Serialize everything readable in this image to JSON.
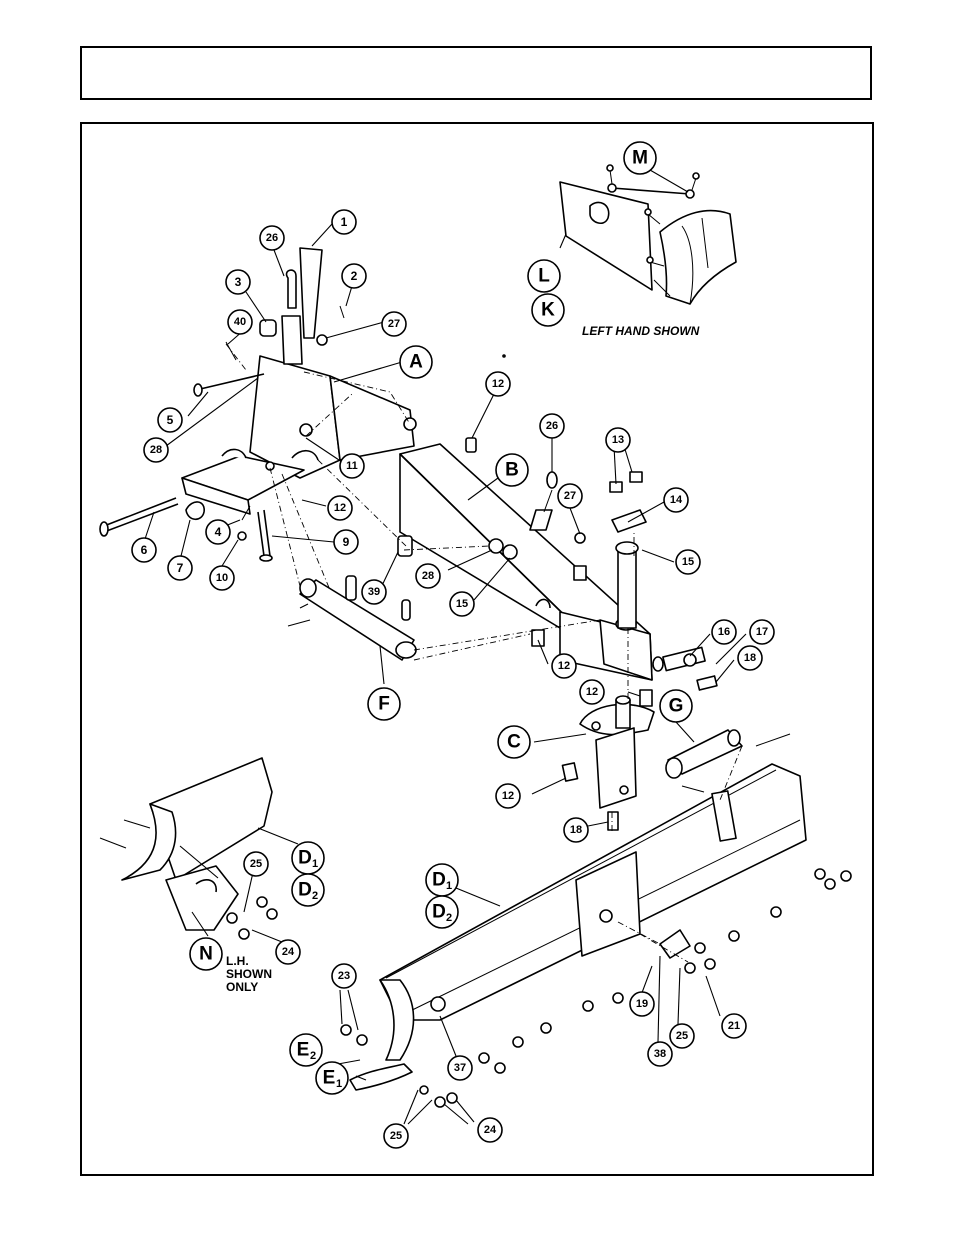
{
  "header": {
    "title": ""
  },
  "notes": {
    "left_hand_shown": "LEFT HAND SHOWN",
    "lh_shown_only": [
      "L.H.",
      "SHOWN",
      "ONLY"
    ]
  },
  "callouts": [
    {
      "id": "c1",
      "label": "1",
      "sub": ""
    },
    {
      "id": "c2",
      "label": "2",
      "sub": ""
    },
    {
      "id": "c3",
      "label": "3",
      "sub": ""
    },
    {
      "id": "c4",
      "label": "4",
      "sub": ""
    },
    {
      "id": "c5",
      "label": "5",
      "sub": ""
    },
    {
      "id": "c6",
      "label": "6",
      "sub": ""
    },
    {
      "id": "c7",
      "label": "7",
      "sub": ""
    },
    {
      "id": "c9",
      "label": "9",
      "sub": ""
    },
    {
      "id": "c10",
      "label": "10",
      "sub": ""
    },
    {
      "id": "c11",
      "label": "11",
      "sub": ""
    },
    {
      "id": "c12a",
      "label": "12",
      "sub": ""
    },
    {
      "id": "c12b",
      "label": "12",
      "sub": ""
    },
    {
      "id": "c12c",
      "label": "12",
      "sub": ""
    },
    {
      "id": "c12d",
      "label": "12",
      "sub": ""
    },
    {
      "id": "c12e",
      "label": "12",
      "sub": ""
    },
    {
      "id": "c13",
      "label": "13",
      "sub": ""
    },
    {
      "id": "c14",
      "label": "14",
      "sub": ""
    },
    {
      "id": "c15a",
      "label": "15",
      "sub": ""
    },
    {
      "id": "c15b",
      "label": "15",
      "sub": ""
    },
    {
      "id": "c16",
      "label": "16",
      "sub": ""
    },
    {
      "id": "c17",
      "label": "17",
      "sub": ""
    },
    {
      "id": "c18a",
      "label": "18",
      "sub": ""
    },
    {
      "id": "c18b",
      "label": "18",
      "sub": ""
    },
    {
      "id": "c19",
      "label": "19",
      "sub": ""
    },
    {
      "id": "c21",
      "label": "21",
      "sub": ""
    },
    {
      "id": "c23",
      "label": "23",
      "sub": ""
    },
    {
      "id": "c24a",
      "label": "24",
      "sub": ""
    },
    {
      "id": "c24b",
      "label": "24",
      "sub": ""
    },
    {
      "id": "c25a",
      "label": "25",
      "sub": ""
    },
    {
      "id": "c25b",
      "label": "25",
      "sub": ""
    },
    {
      "id": "c25c",
      "label": "25",
      "sub": ""
    },
    {
      "id": "c26a",
      "label": "26",
      "sub": ""
    },
    {
      "id": "c26b",
      "label": "26",
      "sub": ""
    },
    {
      "id": "c27a",
      "label": "27",
      "sub": ""
    },
    {
      "id": "c27b",
      "label": "27",
      "sub": ""
    },
    {
      "id": "c28a",
      "label": "28",
      "sub": ""
    },
    {
      "id": "c28b",
      "label": "28",
      "sub": ""
    },
    {
      "id": "c37",
      "label": "37",
      "sub": ""
    },
    {
      "id": "c38",
      "label": "38",
      "sub": ""
    },
    {
      "id": "c39",
      "label": "39",
      "sub": ""
    },
    {
      "id": "c40",
      "label": "40",
      "sub": ""
    },
    {
      "id": "cA",
      "label": "A",
      "sub": ""
    },
    {
      "id": "cB",
      "label": "B",
      "sub": ""
    },
    {
      "id": "cC",
      "label": "C",
      "sub": ""
    },
    {
      "id": "cD1a",
      "label": "D",
      "sub": "1"
    },
    {
      "id": "cD2a",
      "label": "D",
      "sub": "2"
    },
    {
      "id": "cD1b",
      "label": "D",
      "sub": "1"
    },
    {
      "id": "cD2b",
      "label": "D",
      "sub": "2"
    },
    {
      "id": "cE1",
      "label": "E",
      "sub": "1"
    },
    {
      "id": "cE2",
      "label": "E",
      "sub": "2"
    },
    {
      "id": "cF",
      "label": "F",
      "sub": ""
    },
    {
      "id": "cG",
      "label": "G",
      "sub": ""
    },
    {
      "id": "cK",
      "label": "K",
      "sub": ""
    },
    {
      "id": "cL",
      "label": "L",
      "sub": ""
    },
    {
      "id": "cM",
      "label": "M",
      "sub": ""
    },
    {
      "id": "cN",
      "label": "N",
      "sub": ""
    }
  ]
}
